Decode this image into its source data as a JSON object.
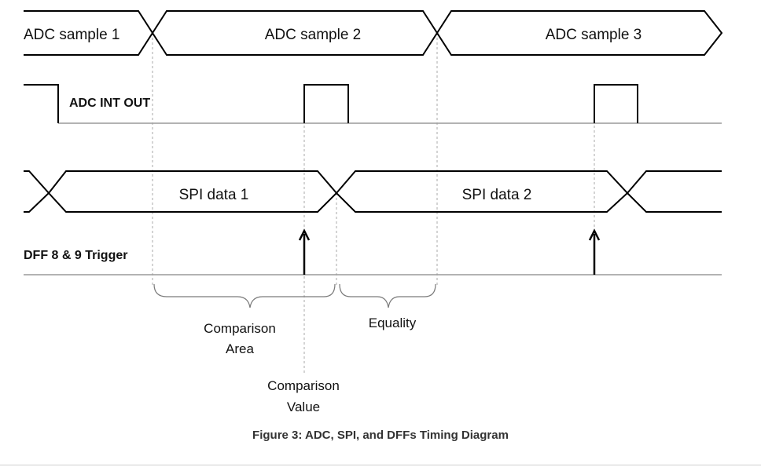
{
  "adc_samples": {
    "label": "",
    "segments": [
      "ADC sample 1",
      "ADC sample 2",
      "ADC sample 3"
    ]
  },
  "adc_int_out": {
    "label": "ADC INT OUT"
  },
  "spi_data": {
    "label": "",
    "segments": [
      "SPI data 1",
      "SPI data 2"
    ]
  },
  "dff_trigger": {
    "label": "DFF 8 & 9 Trigger"
  },
  "annotations": {
    "comparison_area": [
      "Comparison",
      "Area"
    ],
    "equality": "Equality",
    "comparison_value": [
      "Comparison",
      "Value"
    ]
  },
  "caption": "Figure 3: ADC, SPI, and DFFs Timing Diagram",
  "colors": {
    "signal": "#000000",
    "baseline": "#9a9a9a",
    "guide": "#a8a8a8",
    "brace": "#7a7a7a"
  }
}
